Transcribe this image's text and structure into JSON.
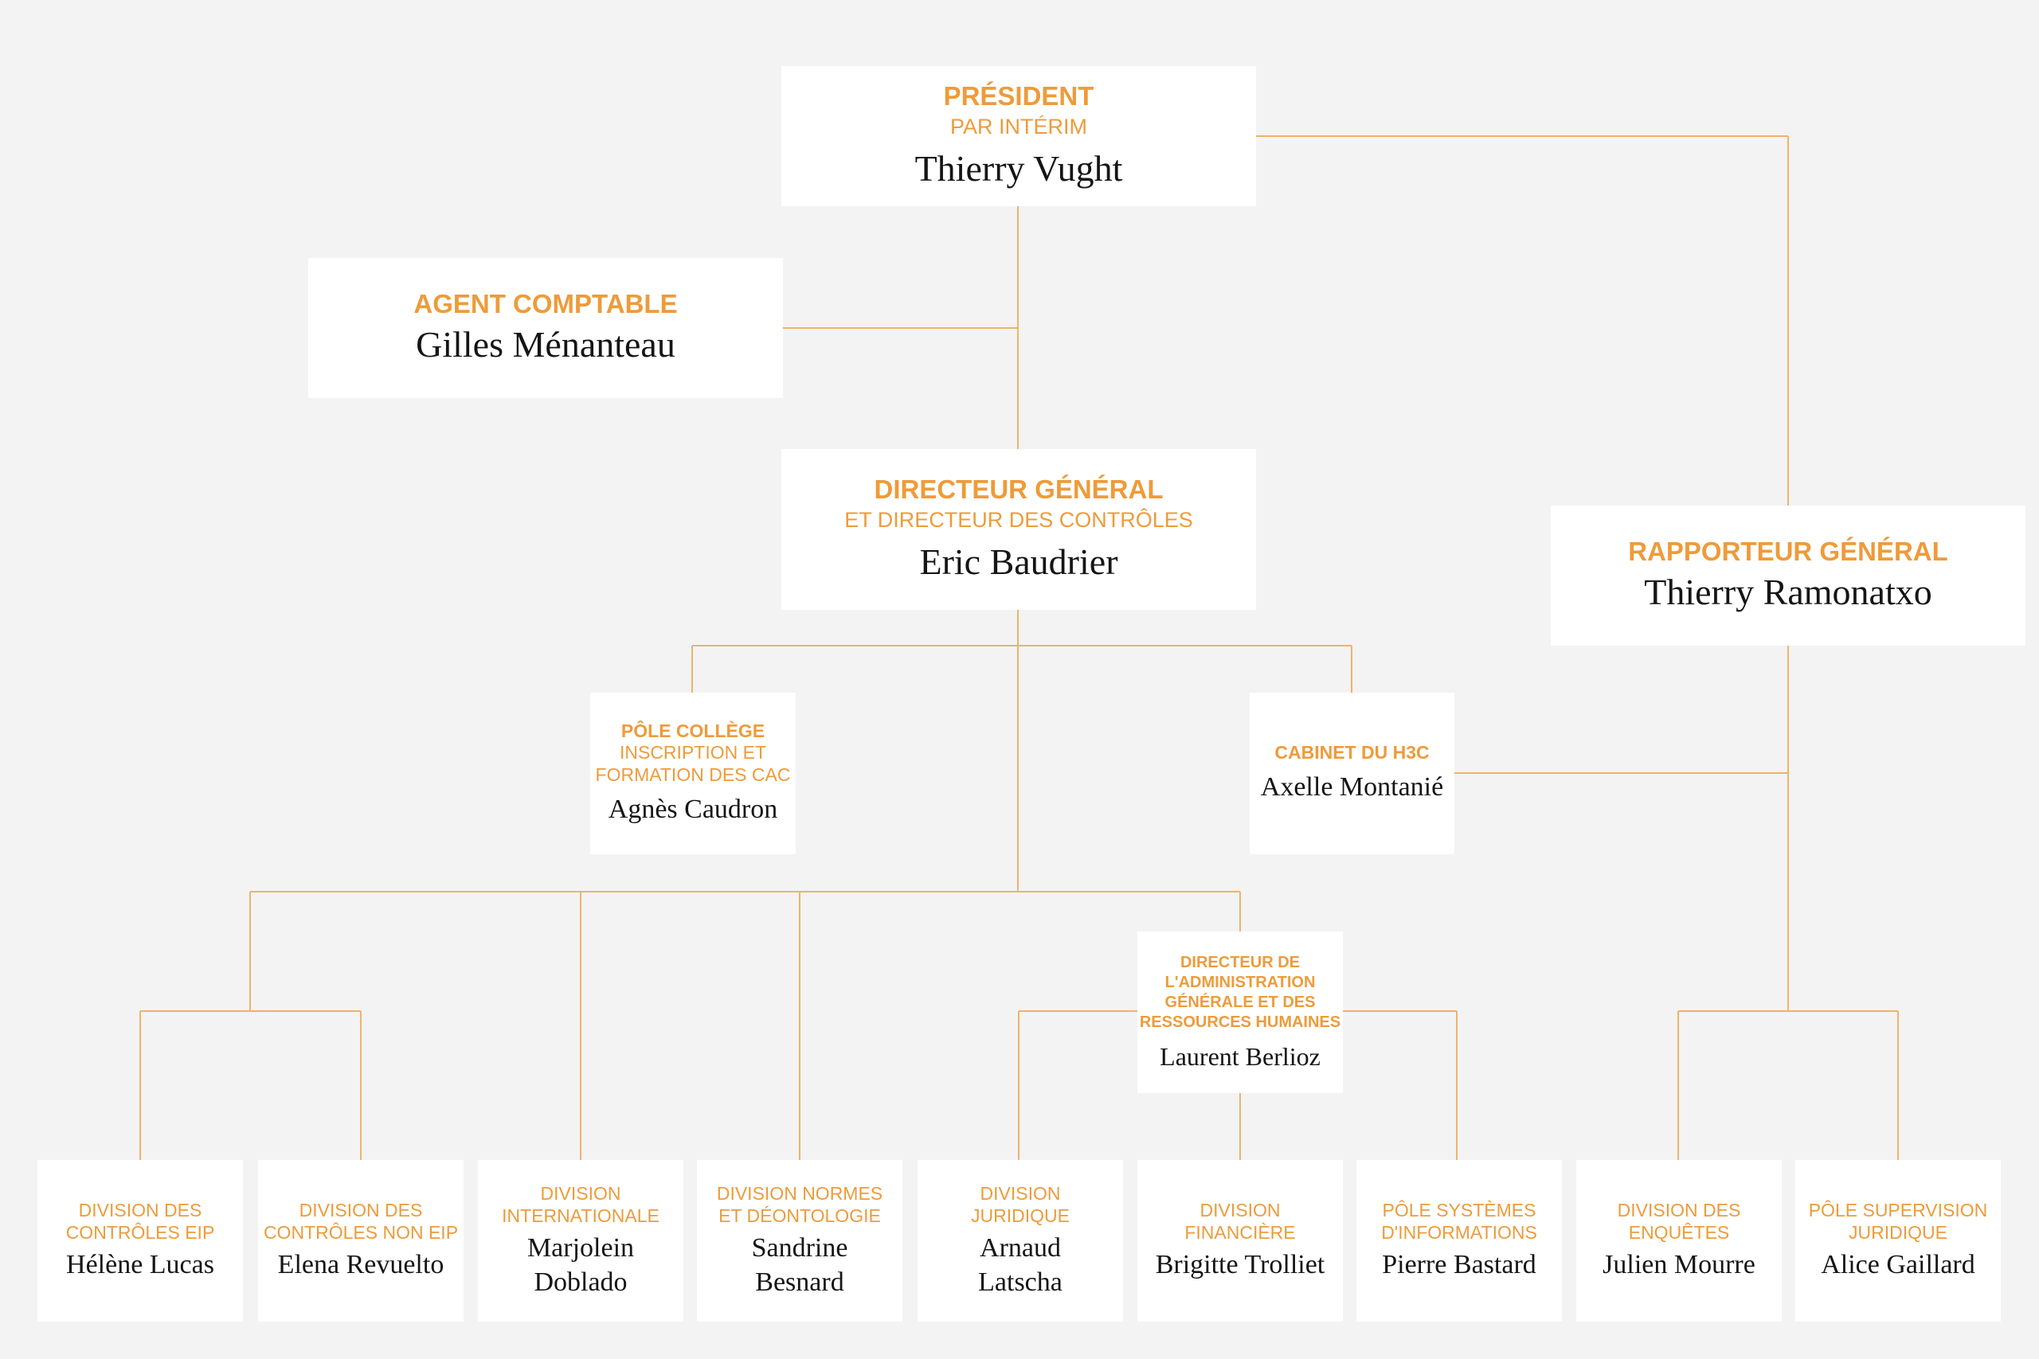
{
  "colors": {
    "accent": "#ee9b3a",
    "line": "#eeb36a",
    "background": "#f3f3f3",
    "box": "#ffffff",
    "text": "#151515"
  },
  "president": {
    "role": "PRÉSIDENT",
    "subtitle": "PAR INTÉRIM",
    "name": "Thierry Vught"
  },
  "agent_comptable": {
    "role": "AGENT COMPTABLE",
    "name": "Gilles Ménanteau"
  },
  "directeur_general": {
    "role": "DIRECTEUR GÉNÉRAL",
    "subtitle": "ET DIRECTEUR DES CONTRÔLES",
    "name": "Eric Baudrier"
  },
  "rapporteur_general": {
    "role": "RAPPORTEUR GÉNÉRAL",
    "name": "Thierry Ramonatxo"
  },
  "pole_college": {
    "role": "PÔLE COLLÈGE",
    "subtitle_line1": "INSCRIPTION ET",
    "subtitle_line2": "FORMATION DES CAC",
    "name": "Agnès Caudron"
  },
  "cabinet": {
    "role": "CABINET DU H3C",
    "name": "Axelle Montanié"
  },
  "directeur_admin": {
    "role_line1": "DIRECTEUR DE",
    "role_line2": "L'ADMINISTRATION",
    "role_line3": "GÉNÉRALE ET DES",
    "role_line4": "RESSOURCES HUMAINES",
    "name": "Laurent Berlioz"
  },
  "divisions": [
    {
      "line1": "DIVISION DES",
      "line2": "CONTRÔLES EIP",
      "name1": "Hélène Lucas",
      "name2": ""
    },
    {
      "line1": "DIVISION DES",
      "line2": "CONTRÔLES NON EIP",
      "name1": "Elena Revuelto",
      "name2": ""
    },
    {
      "line1": "DIVISION",
      "line2": "INTERNATIONALE",
      "name1": "Marjolein",
      "name2": "Doblado"
    },
    {
      "line1": "DIVISION NORMES",
      "line2": "ET DÉONTOLOGIE",
      "name1": "Sandrine",
      "name2": "Besnard"
    },
    {
      "line1": "DIVISION",
      "line2": "JURIDIQUE",
      "name1": "Arnaud",
      "name2": "Latscha"
    },
    {
      "line1": "DIVISION",
      "line2": "FINANCIÈRE",
      "name1": "Brigitte Trolliet",
      "name2": ""
    },
    {
      "line1": "PÔLE SYSTÈMES",
      "line2": "D'INFORMATIONS",
      "name1": "Pierre Bastard",
      "name2": ""
    },
    {
      "line1": "DIVISION DES",
      "line2": "ENQUÊTES",
      "name1": "Julien Mourre",
      "name2": ""
    },
    {
      "line1": "PÔLE SUPERVISION",
      "line2": "JURIDIQUE",
      "name1": "Alice Gaillard",
      "name2": ""
    }
  ]
}
